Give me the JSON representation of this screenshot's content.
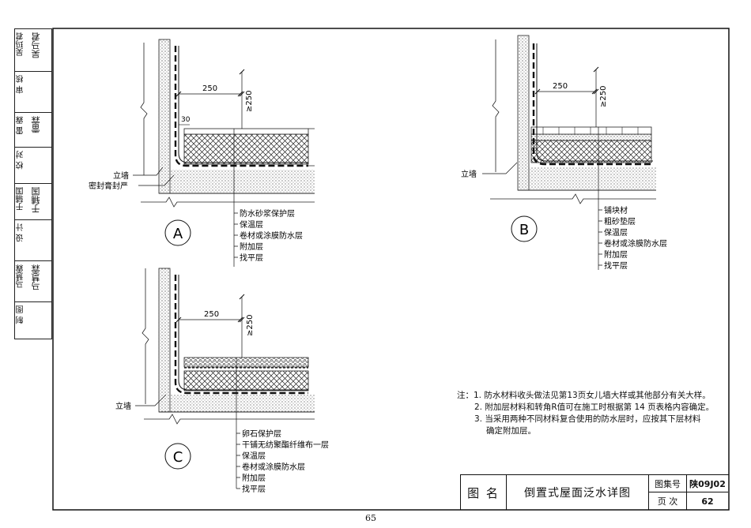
{
  "page": {
    "page_number": "65"
  },
  "stamp_column": [
    {
      "role": "吴玛君",
      "name": "吴马君"
    },
    {
      "role": "审 核",
      "name": ""
    },
    {
      "role": "雷 霖",
      "name": "雷霖"
    },
    {
      "role": "校 对",
      "name": ""
    },
    {
      "role": "于辅国",
      "name": "于辅国"
    },
    {
      "role": "设 计",
      "name": ""
    },
    {
      "role": "马慧霖",
      "name": "马慧霖"
    },
    {
      "role": "制 图",
      "name": ""
    }
  ],
  "detail_a": {
    "circle_label": "A",
    "dim_horizontal": "250",
    "dim_vertical": "≥250",
    "dim_corner": "30",
    "label_wall": "立墙",
    "label_sealant": "密封膏封严",
    "layers": [
      "防水砂浆保护层",
      "保温层",
      "卷材或涂膜防水层",
      "附加层",
      "找平层"
    ]
  },
  "detail_b": {
    "circle_label": "B",
    "dim_horizontal": "250",
    "dim_vertical": "≥250",
    "label_wall": "立墙",
    "layers": [
      "铺块材",
      "粗砂垫层",
      "保温层",
      "卷材或涂膜防水层",
      "附加层",
      "找平层"
    ]
  },
  "detail_c": {
    "circle_label": "C",
    "dim_horizontal": "250",
    "dim_vertical": "≥250",
    "label_wall": "立墙",
    "layers": [
      "卵石保护层",
      "干铺无纺聚酯纤维布一层",
      "保温层",
      "卷材或涂膜防水层",
      "附加层",
      "找平层"
    ]
  },
  "notes": {
    "prefix": "注：",
    "items": [
      "1. 防水材料收头做法见第13页女儿墙大样或其他部分有关大样。",
      "2. 附加层材料和转角R值可在施工时根据第 14 页表格内容确定。",
      "3. 当采用两种不同材料复合使用的防水层时，应按其下层材料",
      "确定附加层。"
    ]
  },
  "title_block": {
    "label_name": "图 名",
    "drawing_title": "倒置式屋面泛水详图",
    "label_atlas": "图集号",
    "atlas_number": "陕09J02",
    "label_page": "页 次",
    "page_value": "62"
  }
}
